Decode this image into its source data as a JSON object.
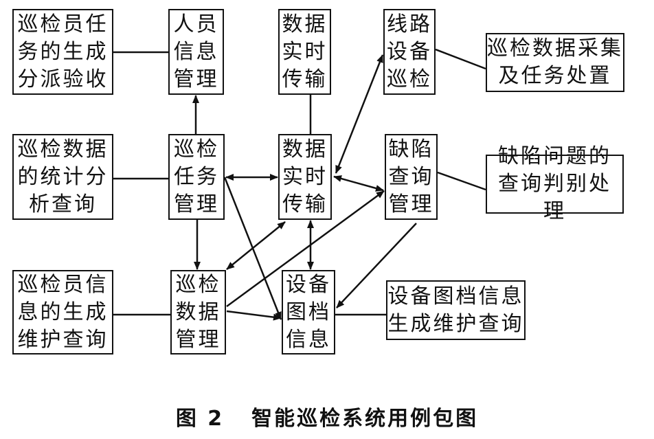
{
  "diagram": {
    "nodes": [
      {
        "id": "patrol-task-gen",
        "lines": [
          "巡检员任",
          "务的生成",
          "分派验收"
        ]
      },
      {
        "id": "personnel-info",
        "lines": [
          "人员",
          "信息",
          "管理"
        ]
      },
      {
        "id": "data-transfer-top",
        "lines": [
          "数据",
          "实时",
          "传输"
        ]
      },
      {
        "id": "line-equip-patrol",
        "lines": [
          "线路",
          "设备",
          "巡检"
        ]
      },
      {
        "id": "data-collect",
        "lines": [
          "巡检数据采集",
          "及任务处置"
        ]
      },
      {
        "id": "stats-query",
        "lines": [
          "巡检数据",
          "的统计分",
          "析查询"
        ]
      },
      {
        "id": "task-mgmt",
        "lines": [
          "巡检",
          "任务",
          "管理"
        ]
      },
      {
        "id": "data-transfer-mid",
        "lines": [
          "数据",
          "实时",
          "传输"
        ]
      },
      {
        "id": "defect-query",
        "lines": [
          "缺陷",
          "查询",
          "管理"
        ]
      },
      {
        "id": "defect-handle",
        "lines": [
          "缺陷问题的",
          "查询判别处理"
        ]
      },
      {
        "id": "inspector-info",
        "lines": [
          "巡检员信",
          "息的生成",
          "维护查询"
        ]
      },
      {
        "id": "patrol-data-mgmt",
        "lines": [
          "巡检",
          "数据",
          "管理"
        ]
      },
      {
        "id": "equip-doc",
        "lines": [
          "设备",
          "图档",
          "信息"
        ]
      },
      {
        "id": "equip-doc-maint",
        "lines": [
          "设备图档信息",
          "生成维护查询"
        ]
      }
    ],
    "edges": [
      {
        "from": "patrol-task-gen",
        "to": "personnel-info",
        "arrow": "none"
      },
      {
        "from": "task-mgmt",
        "to": "personnel-info",
        "arrow": "end"
      },
      {
        "from": "data-transfer-top",
        "to": "data-transfer-mid",
        "arrow": "none"
      },
      {
        "from": "line-equip-patrol",
        "to": "data-collect",
        "arrow": "none"
      },
      {
        "from": "data-transfer-mid",
        "to": "line-equip-patrol",
        "arrow": "both"
      },
      {
        "from": "stats-query",
        "to": "task-mgmt",
        "arrow": "none"
      },
      {
        "from": "task-mgmt",
        "to": "data-transfer-mid",
        "arrow": "both"
      },
      {
        "from": "data-transfer-mid",
        "to": "defect-query",
        "arrow": "both"
      },
      {
        "from": "defect-query",
        "to": "defect-handle",
        "arrow": "none"
      },
      {
        "from": "task-mgmt",
        "to": "patrol-data-mgmt",
        "arrow": "end"
      },
      {
        "from": "task-mgmt",
        "to": "equip-doc",
        "arrow": "end"
      },
      {
        "from": "patrol-data-mgmt",
        "to": "data-transfer-mid",
        "arrow": "both"
      },
      {
        "from": "data-transfer-mid",
        "to": "equip-doc",
        "arrow": "both"
      },
      {
        "from": "patrol-data-mgmt",
        "to": "defect-query",
        "arrow": "end"
      },
      {
        "from": "defect-query",
        "to": "equip-doc",
        "arrow": "end"
      },
      {
        "from": "inspector-info",
        "to": "patrol-data-mgmt",
        "arrow": "none"
      },
      {
        "from": "patrol-data-mgmt",
        "to": "equip-doc",
        "arrow": "end"
      },
      {
        "from": "equip-doc",
        "to": "equip-doc-maint",
        "arrow": "none"
      }
    ]
  },
  "caption": {
    "figure_number": "图 2",
    "title": "智能巡检系统用例包图"
  }
}
